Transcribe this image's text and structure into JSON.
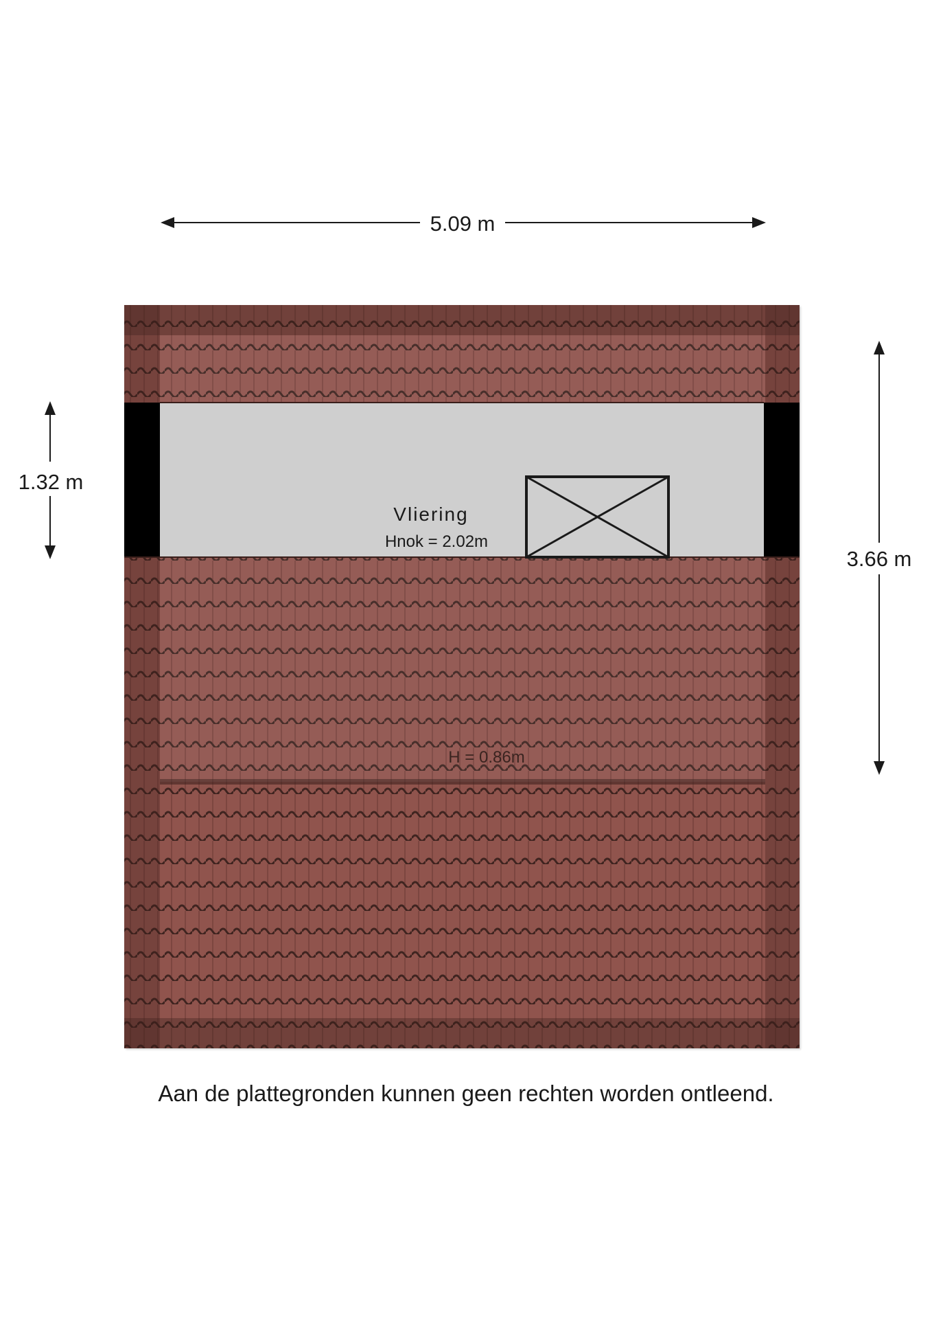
{
  "dimensions": {
    "width_label": "5.09 m",
    "depth_label": "3.66 m",
    "vliering_depth_label": "1.32 m"
  },
  "room": {
    "name": "Vliering",
    "ridge_height_label": "Hnok = 2.02m"
  },
  "roof": {
    "height_label": "H = 0.86m",
    "tile_color": "#8a4f48",
    "tile_shadow_color": "#4a2a26"
  },
  "floor_color": "#cfcfcf",
  "wall_color": "#000000",
  "hatch": {
    "icon": "roof-hatch-icon"
  },
  "disclaimer": "Aan de plattegronden kunnen geen rechten worden ontleend."
}
